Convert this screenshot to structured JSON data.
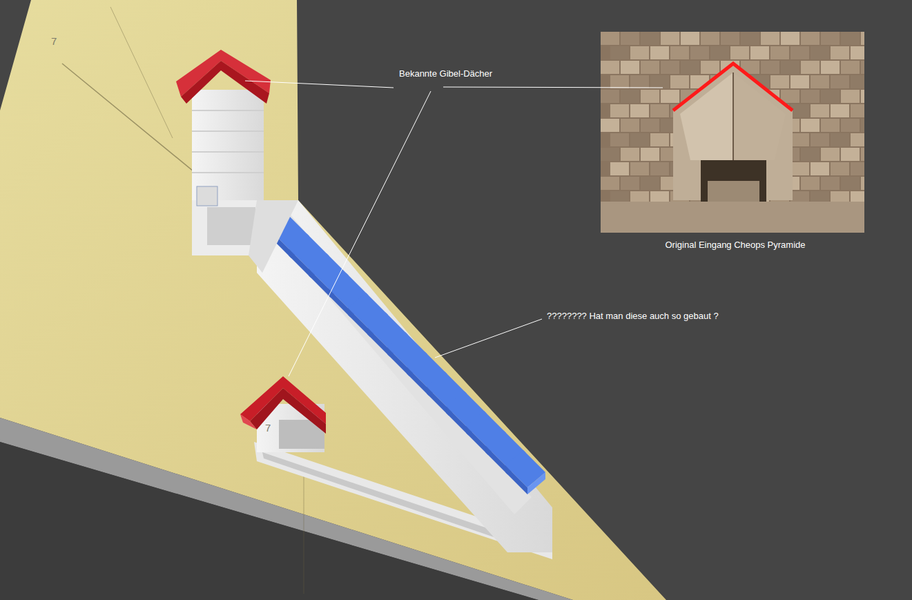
{
  "diagram": {
    "labels": [
      "Bekannte Gibel-Dächer",
      "Original Eingang Cheops Pyramide",
      "???????? Hat man diese auch so gebaut ?",
      "7",
      "7"
    ]
  }
}
